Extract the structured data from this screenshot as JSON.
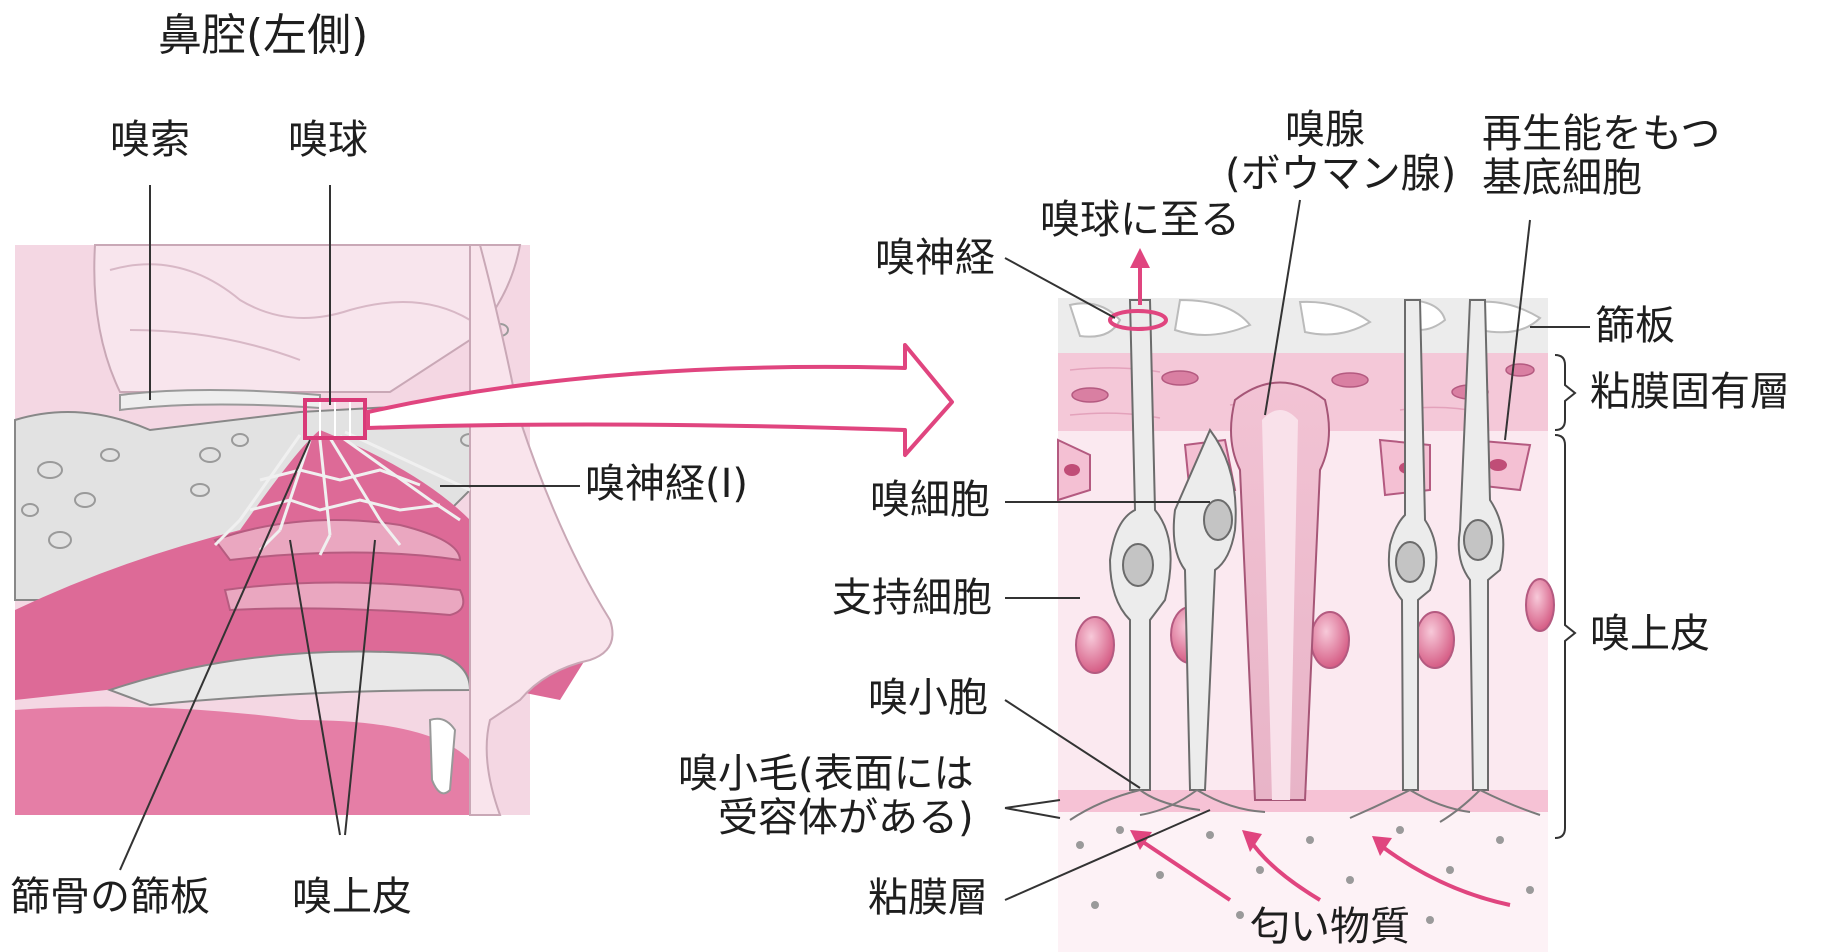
{
  "title": "鼻腔(左側)",
  "left_labels": {
    "olfactory_tract": "嗅索",
    "olfactory_bulb": "嗅球",
    "olfactory_nerve_I": "嗅神経(I)",
    "cribriform_plate_of_ethmoid": "篩骨の篩板",
    "olfactory_epithelium": "嗅上皮"
  },
  "right_labels": {
    "to_bulb": "嗅球に至る",
    "olfactory_gland_line1": "嗅腺",
    "olfactory_gland_line2": "(ボウマン腺)",
    "basal_cell_line1": "再生能をもつ",
    "basal_cell_line2": "基底細胞",
    "olfactory_nerve": "嗅神経",
    "cribriform_plate": "篩板",
    "lamina_propria": "粘膜固有層",
    "olfactory_cell": "嗅細胞",
    "supporting_cell": "支持細胞",
    "olfactory_epithelium": "嗅上皮",
    "olfactory_vesicle": "嗅小胞",
    "cilia_line1": "嗅小毛(表面には",
    "cilia_line2": "受容体がある)",
    "mucus_layer": "粘膜層",
    "odorant": "匂い物質"
  },
  "colors": {
    "accent_magenta": "#e0457f",
    "tissue_pink": "#e98fb0",
    "light_pink": "#f6d5e2",
    "bone_gray": "#d9d9d9",
    "cell_gray": "#e6e6e6",
    "nucleus_pink": "#d96a93"
  }
}
